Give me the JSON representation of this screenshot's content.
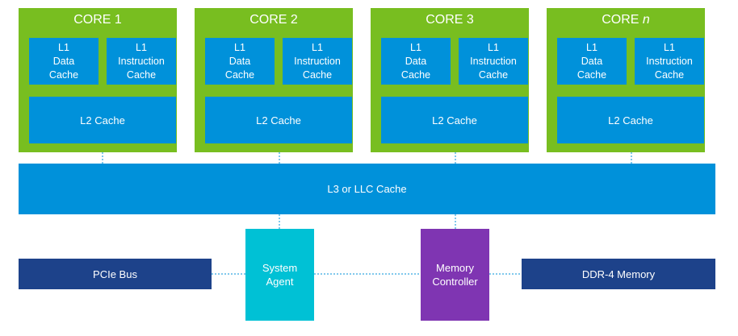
{
  "colors": {
    "core_bg": "#78be20",
    "cache_blue": "#0091da",
    "navy": "#1d428a",
    "agent_teal": "#00c1d5",
    "memctrl_purple": "#7f35b2",
    "connector": "#0091da"
  },
  "cores": [
    {
      "title": "CORE 1",
      "title_suffix": "",
      "l1_data": "L1\nData\nCache",
      "l1_instruction": "L1\nInstruction\nCache",
      "l2": "L2 Cache"
    },
    {
      "title": "CORE 2",
      "title_suffix": "",
      "l1_data": "L1\nData\nCache",
      "l1_instruction": "L1\nInstruction\nCache",
      "l2": "L2 Cache"
    },
    {
      "title": "CORE 3",
      "title_suffix": "",
      "l1_data": "L1\nData\nCache",
      "l1_instruction": "L1\nInstruction\nCache",
      "l2": "L2 Cache"
    },
    {
      "title": "CORE ",
      "title_suffix": "n",
      "l1_data": "L1\nData\nCache",
      "l1_instruction": "L1\nInstruction\nCache",
      "l2": "L2 Cache"
    }
  ],
  "l3_cache": "L3 or LLC Cache",
  "pcie_bus": "PCIe Bus",
  "system_agent": "System\nAgent",
  "memory_controller": "Memory\nController",
  "ddr_memory": "DDR-4 Memory"
}
